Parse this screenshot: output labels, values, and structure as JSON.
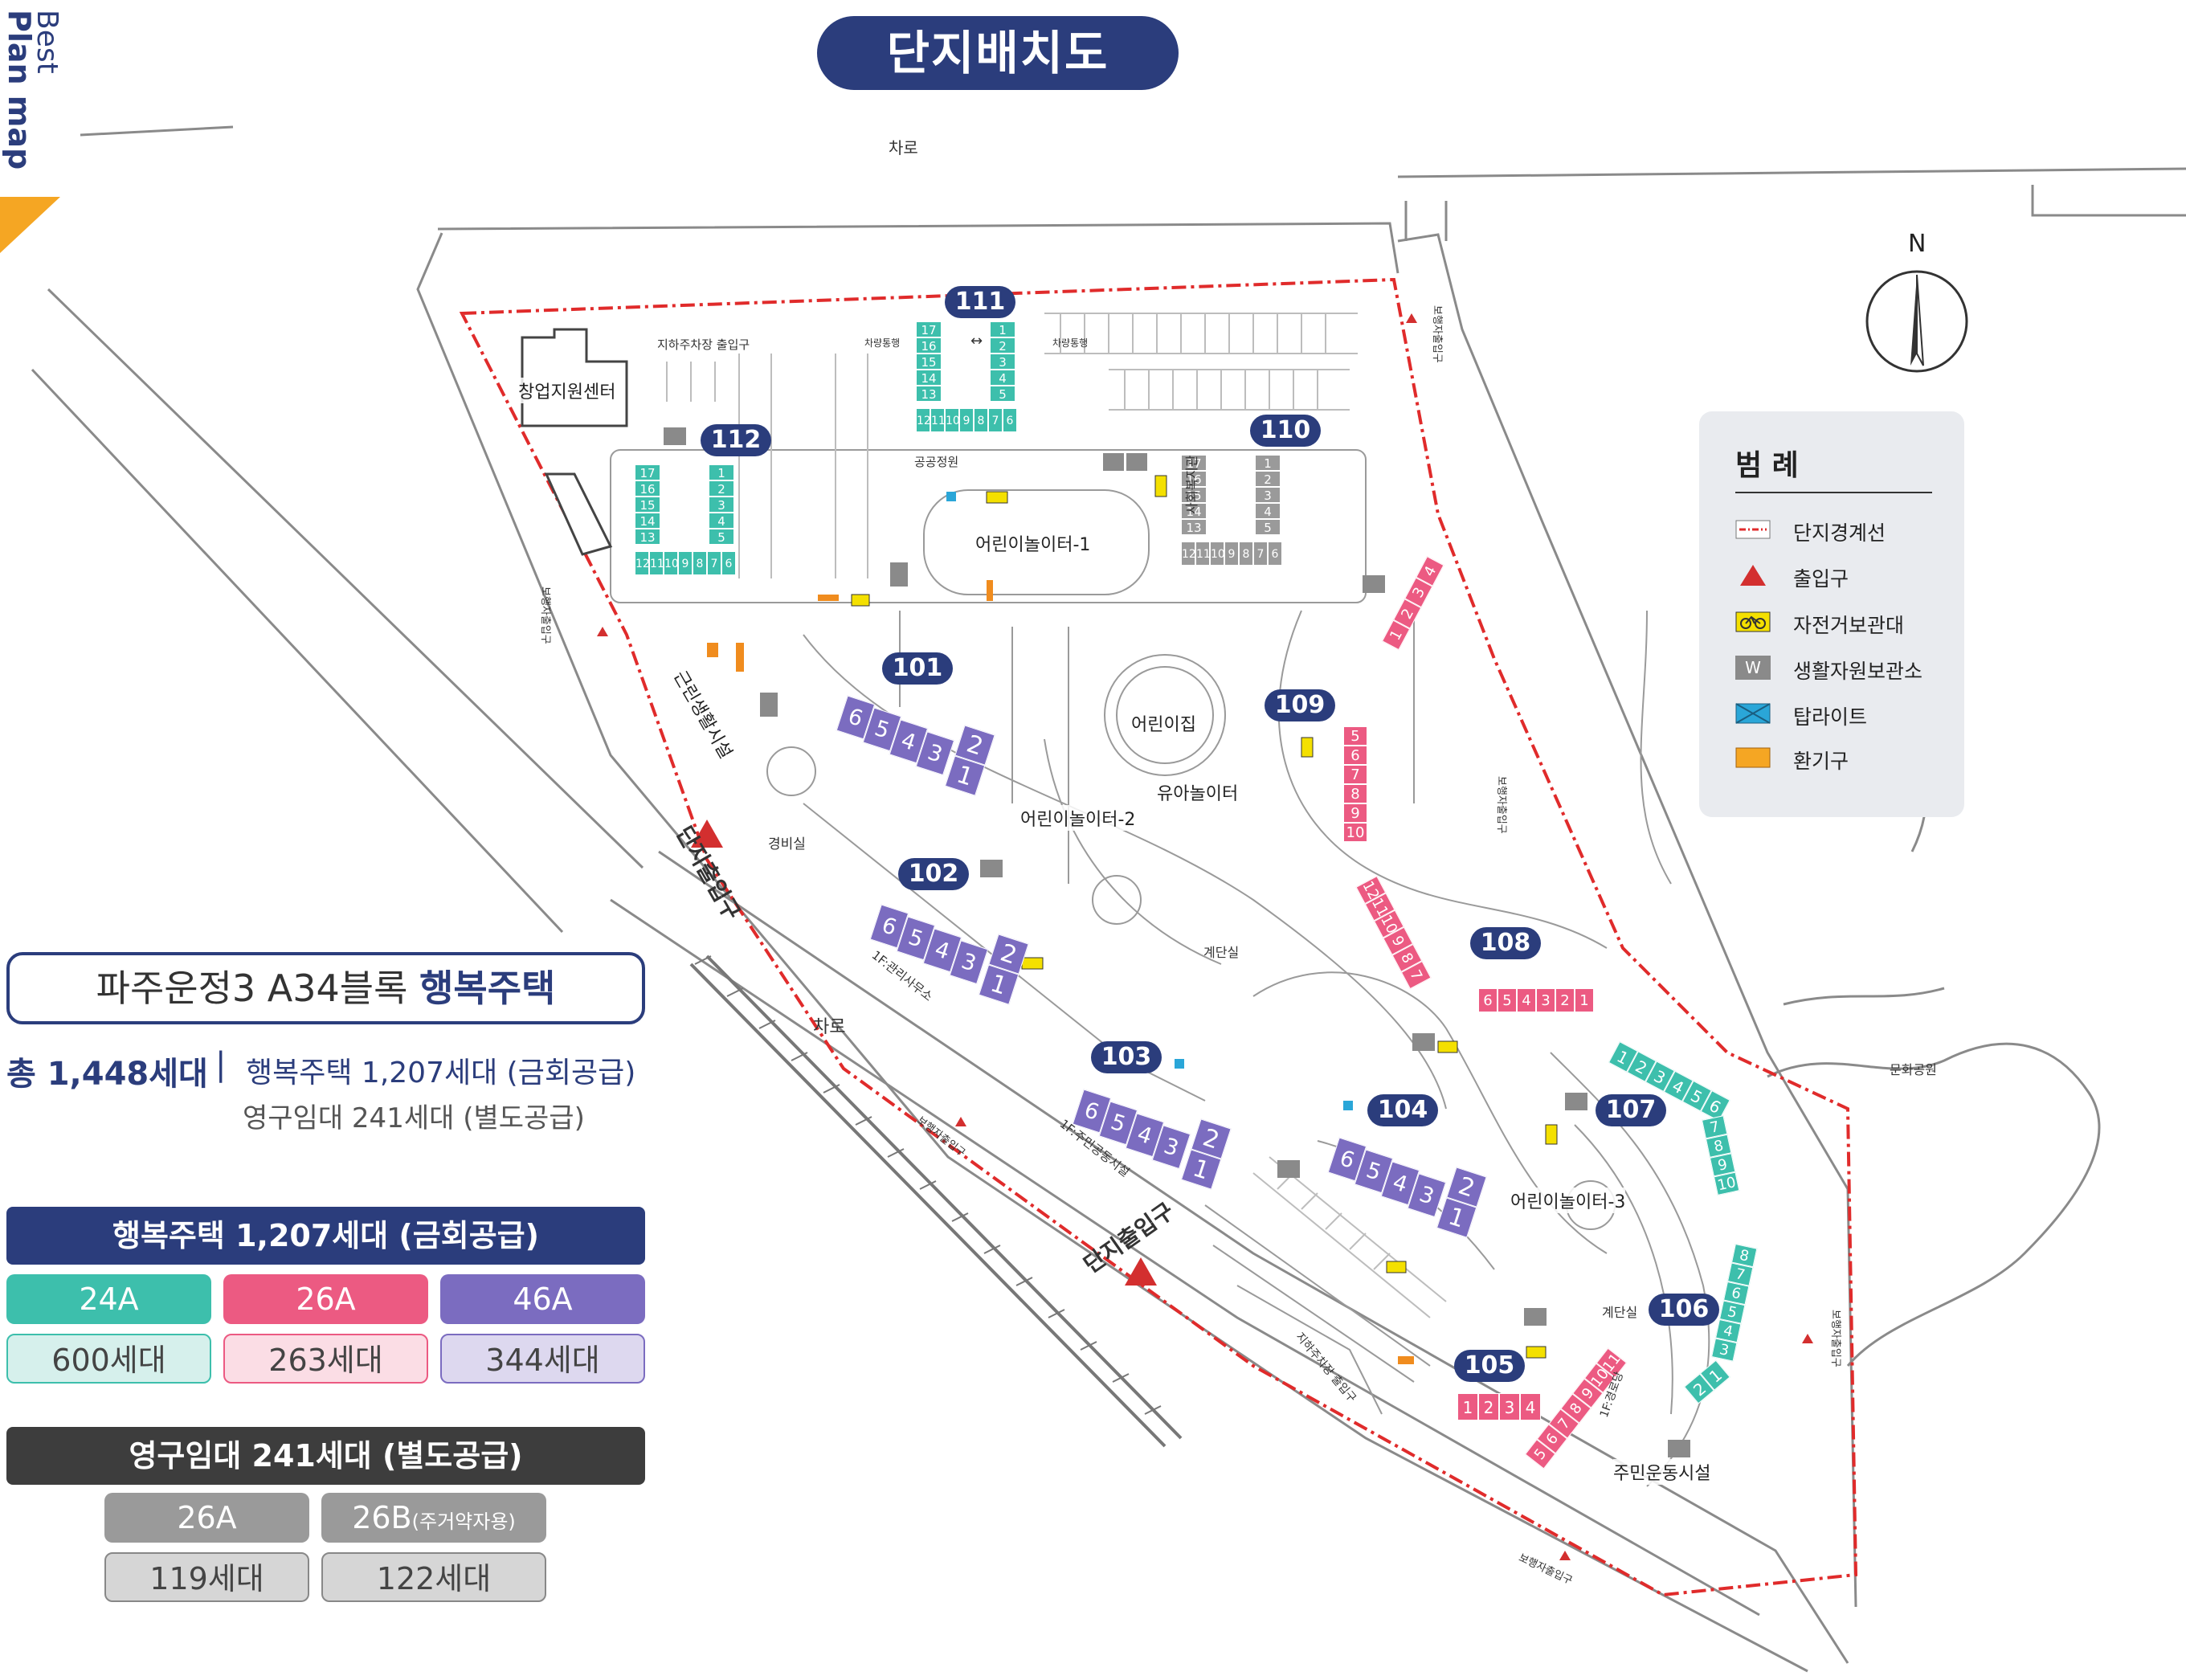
{
  "header": {
    "title": "단지배치도",
    "side_line1": "Best",
    "side_line2": "Plan map"
  },
  "labels": {
    "road_top": "차로",
    "road_mid": "차로",
    "culture_park": "문화공원",
    "north": "N",
    "parking_entrance": "지하주차장 출입구",
    "parking_entrance_2": "지하주차장 출입구",
    "car_lane_left": "차량통행",
    "car_lane_right": "차량통행",
    "arrow_both": "↔",
    "ped_entrance_nw": "보행자출입구",
    "ped_entrance_ne": "보행자출입구",
    "ped_entrance_e": "보행자출입구",
    "ped_entrance_e2": "보행자출입구",
    "ped_entrance_s": "보행자출입구",
    "ped_entrance_sw": "보행자출입구",
    "complex_entrance_1": "단지출입구",
    "complex_entrance_2": "단지출입구",
    "startup_center": "창업지원센터",
    "public_garden": "공공정원",
    "social_welfare": "사회복지관",
    "playground_1": "어린이놀이터-1",
    "playground_2": "어린이놀이터-2",
    "playground_3": "어린이놀이터-3",
    "daycare": "어린이집",
    "toddler_playground": "유아놀이터",
    "neighborhood_facility": "근린생활시설",
    "guard_room": "경비실",
    "stairs_1": "계단실",
    "stairs_2": "계단실",
    "mgmt_office": "1F:관리사무소",
    "community_facility": "1F:주민공동시설",
    "senior_center": "1F:경로당",
    "fitness_center": "주민운동시설",
    "w_mark": "W"
  },
  "buildings": [
    {
      "no": "111",
      "color": "#3dbfac",
      "units": [
        "17",
        "16",
        "15",
        "14",
        "13",
        "1",
        "2",
        "3",
        "4",
        "5",
        "12",
        "11",
        "10",
        "9",
        "8",
        "7",
        "6"
      ]
    },
    {
      "no": "112",
      "color": "#3dbfac",
      "units": [
        "17",
        "16",
        "15",
        "14",
        "13",
        "1",
        "2",
        "3",
        "4",
        "5",
        "12",
        "11",
        "10",
        "9",
        "8",
        "7",
        "6"
      ]
    },
    {
      "no": "110",
      "color": "#9a9a9a",
      "units": [
        "17",
        "16",
        "15",
        "14",
        "13",
        "1",
        "2",
        "3",
        "4",
        "5",
        "12",
        "11",
        "10",
        "9",
        "8",
        "7",
        "6"
      ]
    },
    {
      "no": "101",
      "color": "#7b6cc0",
      "units": [
        "6",
        "5",
        "4",
        "3",
        "2",
        "1"
      ]
    },
    {
      "no": "102",
      "color": "#7b6cc0",
      "units": [
        "6",
        "5",
        "4",
        "3",
        "2",
        "1"
      ]
    },
    {
      "no": "103",
      "color": "#7b6cc0",
      "units": [
        "6",
        "5",
        "4",
        "3",
        "2",
        "1"
      ]
    },
    {
      "no": "104",
      "color": "#7b6cc0",
      "units": [
        "6",
        "5",
        "4",
        "3",
        "2",
        "1"
      ]
    },
    {
      "no": "109",
      "color": "#ec5a82",
      "units": [
        "1",
        "2",
        "3",
        "4",
        "5",
        "6",
        "7",
        "8",
        "9",
        "10"
      ]
    },
    {
      "no": "108",
      "color": "#ec5a82",
      "units": [
        "12",
        "11",
        "10",
        "9",
        "8",
        "7",
        "6",
        "5",
        "4",
        "3",
        "2",
        "1"
      ]
    },
    {
      "no": "107",
      "color": "#3dbfac",
      "units": [
        "1",
        "2",
        "3",
        "4",
        "5",
        "6",
        "7",
        "8",
        "9",
        "10"
      ]
    },
    {
      "no": "106",
      "color": "#3dbfac",
      "units": [
        "8",
        "7",
        "6",
        "5",
        "4",
        "3",
        "2",
        "1"
      ]
    },
    {
      "no": "105",
      "color": "#ec5a82",
      "units": [
        "1",
        "2",
        "3",
        "4",
        "5",
        "6",
        "7",
        "8",
        "9",
        "10",
        "11"
      ]
    }
  ],
  "legend": {
    "title": "범 례",
    "items": [
      {
        "label": "단지경계선",
        "icon": "dashed-line"
      },
      {
        "label": "출입구",
        "icon": "red-triangle"
      },
      {
        "label": "자전거보관대",
        "icon": "bicycle-rack"
      },
      {
        "label": "생활자원보관소",
        "icon": "w-box",
        "mark": "W"
      },
      {
        "label": "탑라이트",
        "icon": "toplight"
      },
      {
        "label": "환기구",
        "icon": "vent"
      }
    ]
  },
  "info": {
    "project_prefix": "파주운정3 A34블록 ",
    "project_highlight": "행복주택",
    "total": "총 1,448세대",
    "divider": "|",
    "happy_line": "행복주택 1,207세대 (금회공급)",
    "lease_line": "영구임대 241세대 (별도공급)",
    "happy_bar": "행복주택 1,207세대 (금회공급)",
    "happy_types": [
      {
        "type": "24A",
        "count": "600세대",
        "color": "#3dbfac",
        "pale": "#d6f0ec"
      },
      {
        "type": "26A",
        "count": "263세대",
        "color": "#ec5a82",
        "pale": "#fbdde5"
      },
      {
        "type": "46A",
        "count": "344세대",
        "color": "#7b6cc0",
        "pale": "#ddd8ef"
      }
    ],
    "lease_bar": "영구임대 241세대 (별도공급)",
    "lease_types": [
      {
        "type": "26A",
        "type_note": "",
        "count": "119세대"
      },
      {
        "type": "26B",
        "type_note": "(주거약자용)",
        "count": "122세대"
      }
    ]
  },
  "colors": {
    "navy": "#2b3d7c",
    "teal": "#3dbfac",
    "pink": "#ec5a82",
    "purple": "#7b6cc0",
    "gray": "#9a9a9a",
    "boundary": "#e02b2b",
    "accent": "#f5a623"
  }
}
